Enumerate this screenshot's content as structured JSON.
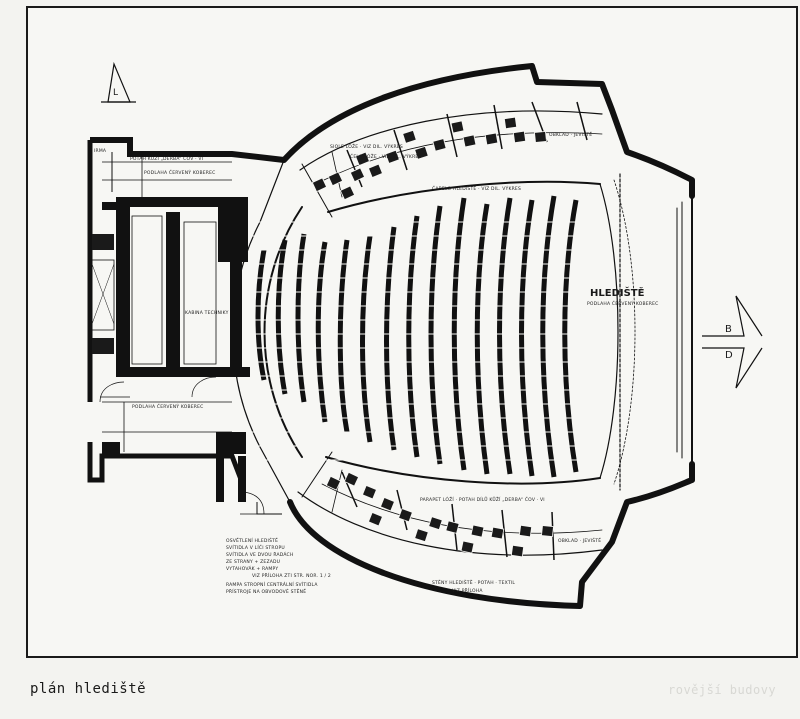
{
  "caption": "plán hlediště",
  "faint_text": "rovější budovy",
  "labels": {
    "hall": "HLEDIŠTĚ",
    "hall_sub": "PODLAHA ČERVENÝ KOBEREC",
    "north": "L",
    "section_b": "B",
    "section_d": "D",
    "upper_note": "ČELO LÓŽE · VIZ DIL. VÝKRES",
    "side_loge_note": "SIOLE LÓŽE · VIZ DIL. VÝKRES",
    "front_note": "ČABELO HLEDIŠTĚ · VIZ DIL. VÝKRES",
    "lower_note": "PARAPET LÓŽÍ · POTAH DÍLŮ KŮŽÍ „DERBA“ ČOV · VI",
    "vestibule_note": "PODLAHA ČERVENÝ KOBEREC",
    "vestibule_note_top": "POTAH KŮŽÍ „DERBA“ ČOV · VI",
    "vestibule_note_low": "PODLAHA ČERVENÝ KOBEREC",
    "tech_room": "KABINA TECHNIKY",
    "room_note": "IRMA",
    "wall_note_upper": "OBKLAD · JEVIŠTĚ",
    "wall_note_lower": "OBKLAD · JEVIŠTĚ",
    "lighting_notes": [
      "OSVĚTLENÍ HLEDIŠTĚ",
      "SVÍTIDLA V LÍČI STROPU",
      "SVÍTIDLA VE DVOU ŘADÁCH",
      "ZE STRANY + ZEZADU",
      "VYTAHOVÁK + RAMPY",
      "VIZ PŘÍLOHA ZTI STR. NOR. 1 / 2",
      "RAMPA STROPNÍ CENTRÁLNÍ SVÍTIDLA",
      "PŘÍSTROJE NA OBVODOVÉ STĚNĚ"
    ],
    "bottom_note": "STĚNY HLEDIŠTĚ · POTAH · TEXTIL",
    "bottom_note_2": "VIZ PŘÍLOHA"
  }
}
